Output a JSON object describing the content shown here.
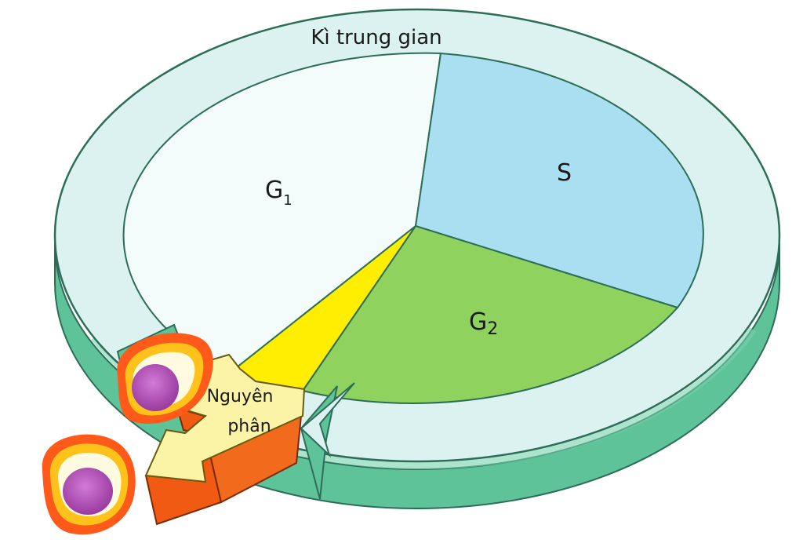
{
  "diagram": {
    "ring_label": "Kì trung gian",
    "phase_g1": {
      "letter": "G",
      "subscript": "1"
    },
    "phase_s": "S",
    "phase_g2": {
      "letter": "G",
      "subscript": "2"
    },
    "mitosis_label_line1": "Nguyên",
    "mitosis_label_line2": "phân"
  },
  "colors": {
    "ring_top": "#dbf2f0",
    "ring_side": "#5fc39a",
    "g1": "#f4fbfb",
    "s": "#a9dff0",
    "g2": "#8fd35e",
    "mitosis_wedge": "#ffee00",
    "arrow_top": "#fbf3a6",
    "arrow_side": "#f05a12",
    "cell_outer": "#ff5a1a",
    "cell_mid": "#ffc21a",
    "cell_inner": "#fffbe0",
    "nucleus": "#b352b8"
  }
}
